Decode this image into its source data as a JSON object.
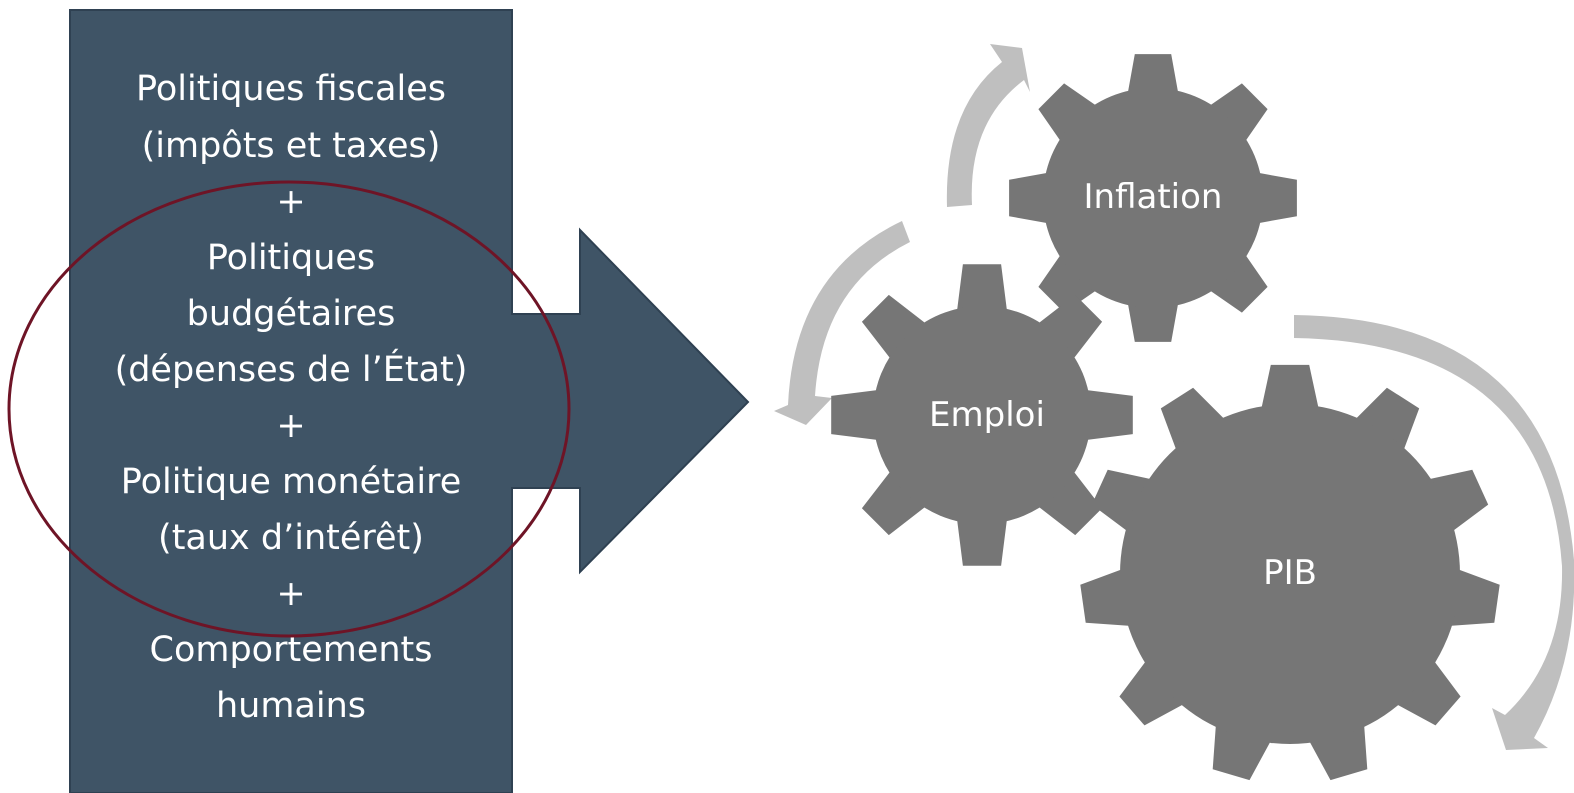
{
  "input_box": {
    "lines": [
      "Politiques fiscales",
      "(impôts et taxes)",
      "+",
      "Politiques",
      "budgétaires",
      "(dépenses de l’État)",
      "+",
      "Politique monétaire",
      "(taux d’intérêt)",
      "+",
      "Comportements",
      "humains"
    ]
  },
  "gears": {
    "inflation": "Inflation",
    "emploi": "Emploi",
    "pib": "PIB"
  },
  "colors": {
    "box_fill": "#3f5466",
    "box_stroke": "#2f4152",
    "gear_fill": "#767676",
    "cycle_arrow": "#bfbfbf",
    "highlight_ellipse": "#6e1426",
    "text_light": "#ffffff"
  }
}
